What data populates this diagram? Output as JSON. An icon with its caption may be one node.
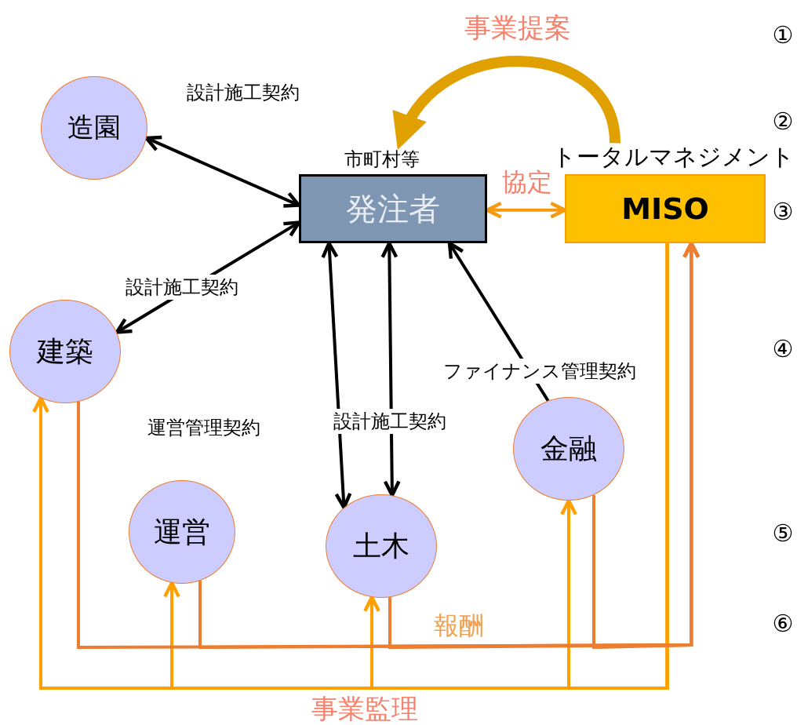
{
  "diagram": {
    "nodes": [
      {
        "text": [
          "造園"
        ]
      },
      {
        "text": [
          "発注者"
        ],
        "beside": [
          "市町村等"
        ]
      },
      {
        "text": [
          "MISO"
        ],
        "beside": [
          "トータルマネジメント"
        ]
      },
      {
        "text": [
          "建築"
        ]
      },
      {
        "text": [
          "運営"
        ]
      },
      {
        "text": [
          "土木"
        ]
      },
      {
        "text": [
          "金融"
        ]
      }
    ],
    "edges": [
      {
        "from": 0,
        "to": 1,
        "arrow": "both",
        "label": "設計施工契約"
      },
      {
        "from": 3,
        "to": 1,
        "arrow": "both",
        "label": "設計施工契約"
      },
      {
        "from": 1,
        "to": 5,
        "arrow": "both",
        "label": "設計施工契約"
      },
      {
        "from": 1,
        "to": 5,
        "arrow": "both"
      },
      {
        "from": 6,
        "to": 1,
        "arrow": "to",
        "label": "ファイナンス管理契約"
      },
      {
        "from": 1,
        "to": 2,
        "arrow": "both",
        "label": "協定",
        "color": "#f7990f"
      },
      {
        "from": 2,
        "to": 1,
        "arrow": "to",
        "label": "事業提案",
        "style": "thick",
        "color": "#e0a000"
      },
      {
        "from": 2,
        "to": 3,
        "arrow": "to",
        "label": "事業監理",
        "color": "#ffa000"
      },
      {
        "from": 2,
        "to": 4,
        "arrow": "to",
        "color": "#ffa000"
      },
      {
        "from": 2,
        "to": 5,
        "arrow": "to",
        "color": "#ffa000"
      },
      {
        "from": 2,
        "to": 6,
        "arrow": "to",
        "color": "#ffa000"
      },
      {
        "from": 3,
        "to": 2,
        "arrow": "to",
        "label": "報酬",
        "color": "#ed7d31"
      },
      {
        "from": 4,
        "to": 2,
        "arrow": "to",
        "color": "#ed7d31"
      },
      {
        "from": 5,
        "to": 2,
        "arrow": "to",
        "color": "#ed7d31"
      },
      {
        "from": 6,
        "to": 2,
        "arrow": "to",
        "color": "#ed7d31"
      }
    ],
    "labels": [
      "①",
      "②",
      "③",
      "運営管理契約",
      "④",
      "⑤",
      "⑥"
    ]
  }
}
